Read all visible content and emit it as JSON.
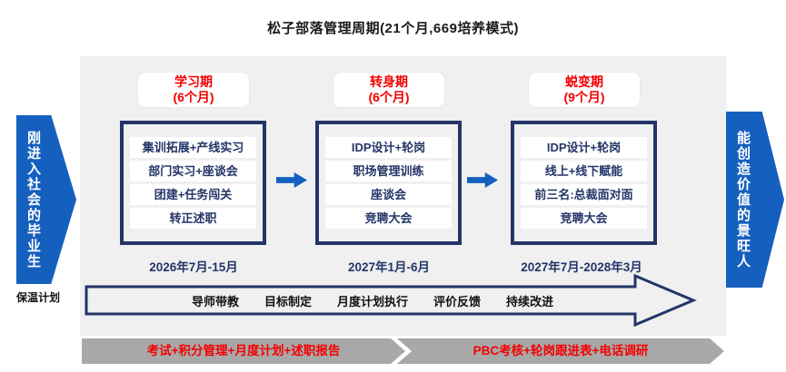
{
  "title": "松子部落管理周期(21个月,669培养模式)",
  "left_banner": {
    "label": "刚进入社会的毕业生",
    "footnote": "保温计划"
  },
  "right_banner": {
    "label": "能创造价值的景旺人"
  },
  "phases": [
    {
      "name": "学习期",
      "duration": "(6个月)",
      "items": [
        "集训拓展+产线实习",
        "部门实习+座谈会",
        "团建+任务闯关",
        "转正述职"
      ],
      "date_range": "2026年7月-15月"
    },
    {
      "name": "转身期",
      "duration": "(6个月)",
      "items": [
        "IDP设计+轮岗",
        "职场管理训练",
        "座谈会",
        "竞聘大会"
      ],
      "date_range": "2027年1月-6月"
    },
    {
      "name": "蜕变期",
      "duration": "(9个月)",
      "items": [
        "IDP设计+轮岗",
        "线上+线下赋能",
        "前三名:总裁面对面",
        "竞聘大会"
      ],
      "date_range": "2027年7月-2028年3月"
    }
  ],
  "process_arrow": {
    "steps": [
      "导师带教",
      "目标制定",
      "月度计划执行",
      "评价反馈",
      "持续改进"
    ]
  },
  "bottom_arrows": [
    {
      "label": "考试+积分管理+月度计划+述职报告"
    },
    {
      "label": "PBC考核+轮岗跟进表+电话调研"
    }
  ],
  "colors": {
    "accent_red": "#f40000",
    "navy": "#243568",
    "blue": "#1560bf",
    "panel_gray": "#f0f0f0",
    "arrow_gray": "#a8a8a8"
  }
}
